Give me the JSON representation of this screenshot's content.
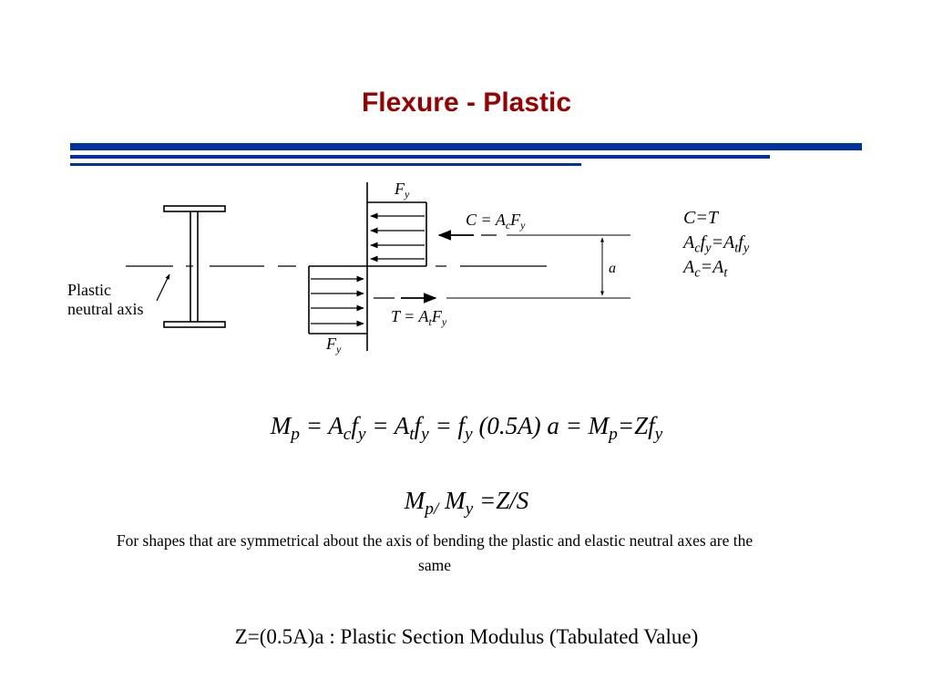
{
  "slide": {
    "title": "Flexure - Plastic",
    "colors": {
      "title": "#990000",
      "rule": "#0033a0"
    }
  },
  "diagram": {
    "label_pna_line1": "Plastic",
    "label_pna_line2": "neutral axis",
    "label_fy_top": "F",
    "label_fy_top_sub": "y",
    "label_fy_bottom": "F",
    "label_fy_bottom_sub": "y",
    "label_c": "C = A",
    "label_c_sub": "c",
    "label_c_tail": "F",
    "label_c_tail_sub": "y",
    "label_t": "T = A",
    "label_t_sub": "t",
    "label_t_tail": "F",
    "label_t_tail_sub": "y",
    "label_a": "a"
  },
  "side_equations": {
    "eq1": "C=T",
    "eq2_a": "A",
    "eq2_c": "c",
    "eq2_f": "f",
    "eq2_y": "y",
    "eq2_eq": "=A",
    "eq2_t": "t",
    "eq2_f2": "f",
    "eq2_y2": "y",
    "eq3_a": "A",
    "eq3_c": "c",
    "eq3_eq": "=A",
    "eq3_t": "t"
  },
  "main_equation": {
    "m": "M",
    "p": "p",
    "s1": " = A",
    "c": "c",
    "f1": "f",
    "y1": "y",
    "s2": " = A",
    "t": "t",
    "f2": "f",
    "y2": "y",
    "s3": " = f",
    "y3": "y",
    "s4": " (0.5A) a = M",
    "p2": "p",
    "s5": "=Zf",
    "y4": "y"
  },
  "ratio_equation": {
    "m1": "M",
    "p": "p/",
    "m2": " M",
    "y": "y",
    "rest": " =Z/S"
  },
  "note": "For shapes that are symmetrical about the axis of bending the plastic and elastic neutral axes are the same",
  "z_definition": "Z=(0.5A)a : Plastic Section Modulus (Tabulated Value)"
}
